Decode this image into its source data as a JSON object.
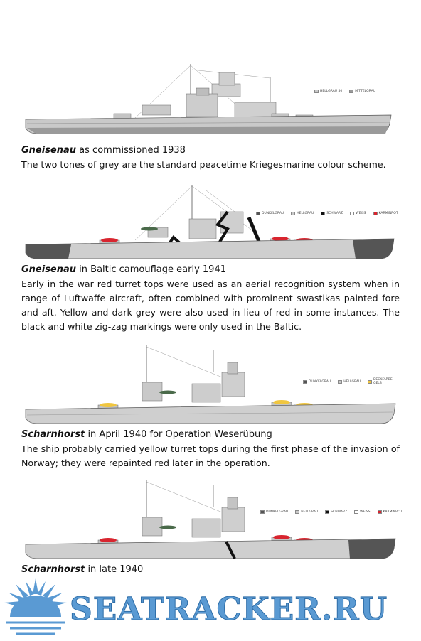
{
  "plates": [
    {
      "ship": "Gneisenau",
      "caption_rest": " as commissioned 1938",
      "description": "The two tones of grey are the standard peacetime Kriegesmarine colour scheme.",
      "legend": [
        {
          "label": "HELLGRAU 50",
          "color": "#c9c9c9"
        },
        {
          "label": "MITTELGRAU",
          "color": "#9a9a9a"
        }
      ]
    },
    {
      "ship": "Gneisenau",
      "caption_rest": " in Baltic camouflage early 1941",
      "description": "Early in the war red turret tops were used as an aerial recognition system when in range of Luftwaffe aircraft, often combined with prominent swastikas painted fore and aft. Yellow and dark grey were also used in lieu of red in some instances. The black and white zig-zag markings were only used in the Baltic.",
      "legend": [
        {
          "label": "DUNKELGRAU",
          "color": "#555555"
        },
        {
          "label": "HELLGRAU",
          "color": "#c9c9c9"
        },
        {
          "label": "SCHWARZ",
          "color": "#111111"
        },
        {
          "label": "WEISS",
          "color": "#ffffff"
        },
        {
          "label": "KARMINROT",
          "color": "#d8252f"
        }
      ]
    },
    {
      "ship": "Scharnhorst",
      "caption_rest": " in April 1940 for Operation Weserübung",
      "description": "The ship probably carried yellow turret tops during the first phase of the invasion of Norway; they were repainted red later in the operation.",
      "legend": [
        {
          "label": "DUNKELGRAU",
          "color": "#555555"
        },
        {
          "label": "HELLGRAU",
          "color": "#c9c9c9"
        },
        {
          "label": "DECKFARBE GELB",
          "color": "#f0c640"
        }
      ]
    },
    {
      "ship": "Scharnhorst",
      "caption_rest": " in late 1940",
      "description": "",
      "legend": [
        {
          "label": "DUNKELGRAU",
          "color": "#555555"
        },
        {
          "label": "HELLGRAU",
          "color": "#c9c9c9"
        },
        {
          "label": "SCHWARZ",
          "color": "#111111"
        },
        {
          "label": "WEISS",
          "color": "#ffffff"
        },
        {
          "label": "KARMINROT",
          "color": "#d8252f"
        }
      ]
    }
  ],
  "logo": {
    "text": "SEATRACKER.RU",
    "icon": "sun-burst-icon",
    "color": "#5a9ad3"
  }
}
